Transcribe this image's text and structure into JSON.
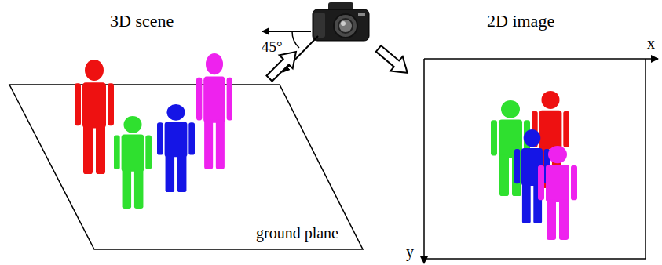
{
  "diagram": {
    "nodes": [
      {
        "text": [
          "3D scene",
          "ground plane"
        ]
      },
      {
        "text": [
          "2D image"
        ]
      }
    ],
    "labels": [
      "45°",
      "x",
      "y"
    ]
  }
}
